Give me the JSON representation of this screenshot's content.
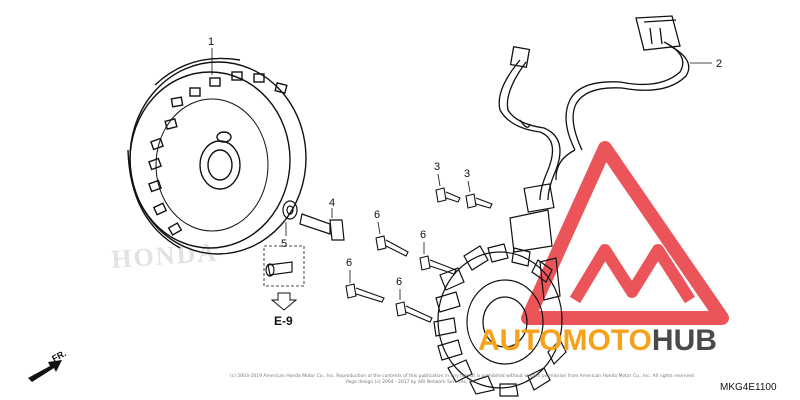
{
  "callouts": {
    "flywheel": "1",
    "stator": "2",
    "bolt_3a": "3",
    "bolt_3b": "3",
    "flange_bolt_4": "4",
    "washer_5": "5",
    "bolt_6a": "6",
    "bolt_6b": "6",
    "bolt_6c": "6",
    "bolt_6d": "6"
  },
  "reference": "E-9",
  "diagram_code": "MKG4E1100",
  "direction_label": "FR.",
  "watermark": {
    "brand_part1": "AUTO",
    "brand_part2": "MOTO",
    "brand_part3": "HUB",
    "colors": {
      "orange": "#f7a21b",
      "red": "#e8383d",
      "dark": "#4a4a4a"
    }
  },
  "ghost_mark": "HONDA",
  "copyright_line1": "(c) 2003-2019 American Honda Motor Co., Inc. Reproduction of the contents of this publication in any format is prohibited without written permission from American Honda Motor Co., Inc. All rights reserved.",
  "copyright_line2": "Page design (c) 2004 - 2017 by ARI Network Services, Inc."
}
